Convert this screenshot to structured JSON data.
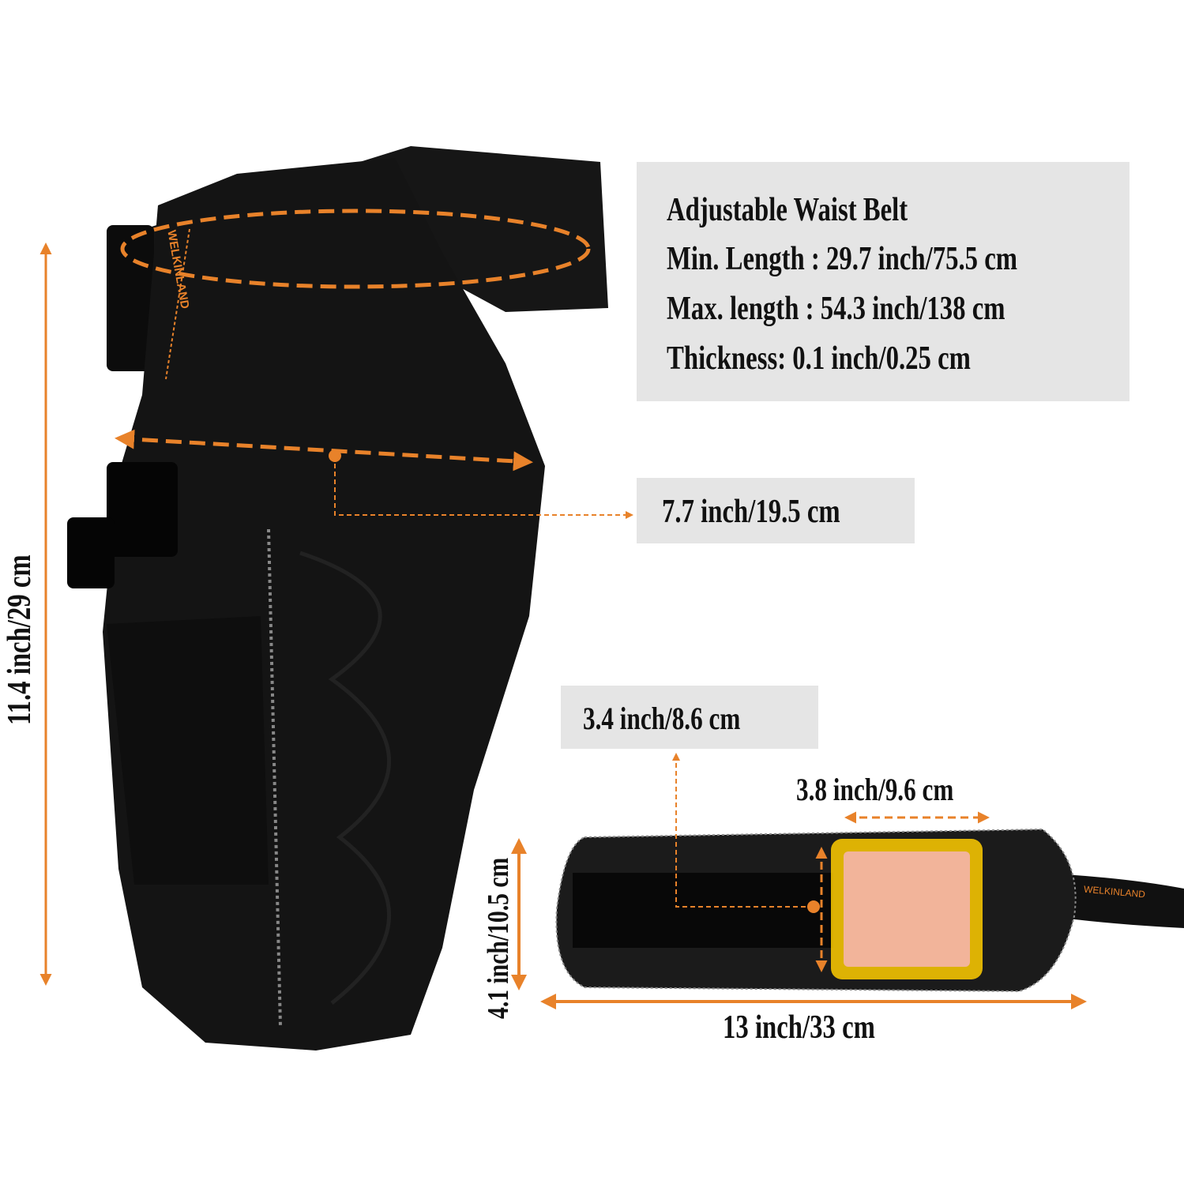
{
  "colors": {
    "accent": "#e8822a",
    "label_box": "#e5e5e5",
    "product": "#141414",
    "magnet_pad": "#f2b49a",
    "glow": "#ffcc00"
  },
  "belt_specs": {
    "title": "Adjustable Waist Belt",
    "min_length": "Min. Length : 29.7 inch/75.5 cm",
    "max_length": "Max. length : 54.3 inch/138 cm",
    "thickness": "Thickness: 0.1 inch/0.25 cm"
  },
  "holster": {
    "height": "11.4 inch/29 cm",
    "width": "7.7 inch/19.5 cm",
    "brand": "WELKINLAND"
  },
  "wristband": {
    "pad_width": "3.4 inch/8.6 cm",
    "magnet_width": "3.8 inch/9.6 cm",
    "height": "4.1 inch/10.5 cm",
    "length": "13 inch/33 cm",
    "brand": "WELKINLAND"
  }
}
